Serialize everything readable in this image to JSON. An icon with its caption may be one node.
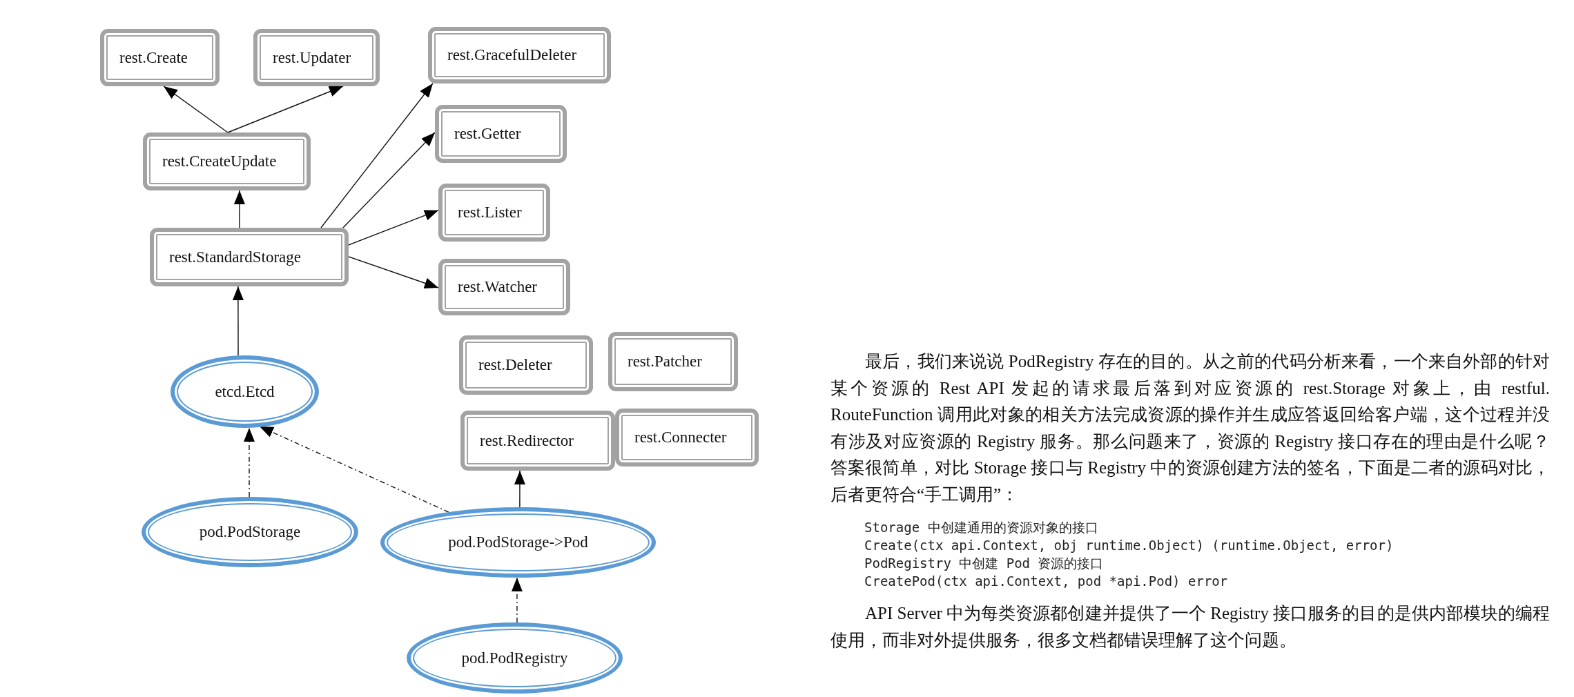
{
  "diagram": {
    "nodes": [
      {
        "text": [
          "rest.Create"
        ]
      },
      {
        "text": [
          "rest.Updater"
        ]
      },
      {
        "text": [
          "rest.GracefulDeleter"
        ]
      },
      {
        "text": [
          "rest.CreateUpdate"
        ]
      },
      {
        "text": [
          "rest.Getter"
        ]
      },
      {
        "text": [
          "rest.StandardStorage"
        ]
      },
      {
        "text": [
          "rest.Lister"
        ]
      },
      {
        "text": [
          "rest.Watcher"
        ]
      },
      {
        "text": [
          "etcd.Etcd"
        ]
      },
      {
        "text": [
          "rest.Deleter"
        ]
      },
      {
        "text": [
          "rest.Patcher"
        ]
      },
      {
        "text": [
          "rest.Redirector"
        ]
      },
      {
        "text": [
          "rest.Connecter"
        ]
      },
      {
        "text": [
          "pod.PodStorage"
        ]
      },
      {
        "text": [
          "pod.PodStorage->Pod"
        ]
      },
      {
        "text": [
          "pod.PodRegistry"
        ]
      }
    ],
    "edges": [
      {
        "from": 3,
        "to": 0,
        "arrow": "to"
      },
      {
        "from": 3,
        "to": 1,
        "arrow": "to"
      },
      {
        "from": 5,
        "to": 3,
        "arrow": "to"
      },
      {
        "from": 5,
        "to": 2,
        "arrow": "to"
      },
      {
        "from": 5,
        "to": 4,
        "arrow": "to"
      },
      {
        "from": 5,
        "to": 6,
        "arrow": "to"
      },
      {
        "from": 5,
        "to": 7,
        "arrow": "to"
      },
      {
        "from": 8,
        "to": 5,
        "arrow": "to"
      },
      {
        "from": 13,
        "to": 8,
        "arrow": "to",
        "style": "dashed"
      },
      {
        "from": 14,
        "to": 8,
        "arrow": "to",
        "style": "dashed"
      },
      {
        "from": 14,
        "to": 11,
        "arrow": "to"
      },
      {
        "from": 15,
        "to": 14,
        "arrow": "to",
        "style": "dashed"
      }
    ],
    "labels": [
      "最后，我们来说说 PodRegistry 存在的目的。从之前的代码分析来看，一个来自外部的针对某个资源的 Rest API 发起的请求最后落到对应资源的 rest.Storage 对象上，由 restful. RouteFunction 调用此对象的相关方法完成资源的操作并生成应答返回给客户端，这个过程并没有涉及对应资源的 Registry 服务。那么问题来了，资源的 Registry 接口存在的理由是什么呢？答案很简单，对比 Storage 接口与 Registry 中的资源创建方法的签名，下面是二者的源码对比，后者更符合“手工调用”：",
      "Storage 中创建通用的资源对象的接口",
      "Create(ctx api.Context, obj runtime.Object) (runtime.Object, error)",
      "PodRegistry 中创建 Pod 资源的接口",
      "CreatePod(ctx api.Context, pod *api.Pod) error",
      "API Server 中为每类资源都创建并提供了一个 Registry 接口服务的目的是供内部模块的编程使用，而非对外提供服务，很多文档都错误理解了这个问题。"
    ]
  }
}
